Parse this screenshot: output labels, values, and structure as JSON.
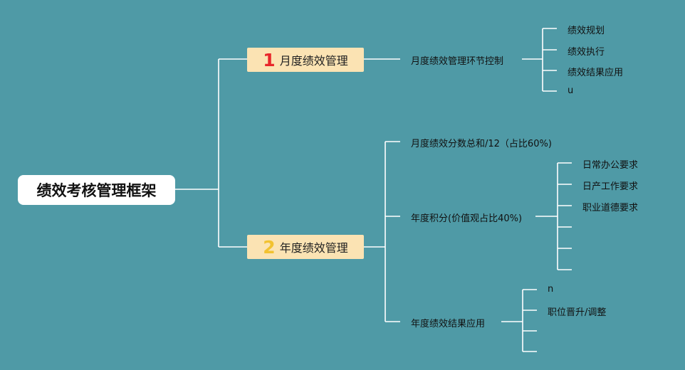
{
  "colors": {
    "background": "#4f9aa6",
    "line": "#ffffff",
    "branch_fill": "#fbe3b3",
    "num1": "#e8262a",
    "num2": "#f2c230"
  },
  "root": {
    "label": "绩效考核管理框架"
  },
  "branches": [
    {
      "num": "1",
      "label": "月度绩效管理",
      "children": [
        {
          "label": "月度绩效管理环节控制",
          "leaves": [
            "绩效规划",
            "绩效执行",
            "绩效结果应用",
            "u"
          ]
        }
      ]
    },
    {
      "num": "2",
      "label": "年度绩效管理",
      "children": [
        {
          "label": "月度绩效分数总和/12（占比60%)",
          "leaves": []
        },
        {
          "label": "年度积分(价值观占比40%)",
          "leaves": [
            "日常办公要求",
            "日产工作要求",
            "职业道德要求",
            "",
            "",
            ""
          ]
        },
        {
          "label": "年度绩效结果应用",
          "leaves": [
            "n",
            "职位晋升/调整",
            "",
            ""
          ]
        }
      ]
    }
  ]
}
